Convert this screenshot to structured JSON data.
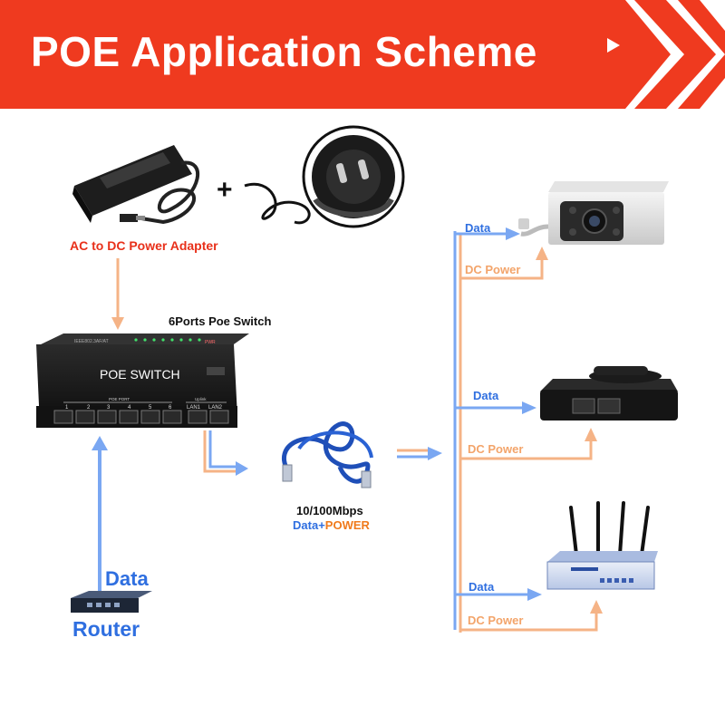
{
  "header": {
    "title": "POE Application Scheme",
    "bg_color": "#ef3a1f"
  },
  "adapter": {
    "label": "AC to DC Power Adapter",
    "plus_symbol": "+"
  },
  "switch": {
    "caption": "6Ports Poe Switch",
    "face_text": "POE SWITCH",
    "model_text": "IEEE802.3AF/AT",
    "port_group_label": "POE PORT",
    "uplink_label": "Uplink",
    "pwr_label": "PWR",
    "port_numbers": [
      "1",
      "2",
      "3",
      "4",
      "5",
      "6"
    ],
    "lan_labels": [
      "LAN1",
      "LAN2"
    ]
  },
  "cable": {
    "speed": "10/100Mbps",
    "data_word": "Data",
    "plus_word": "+",
    "power_word": "POWER"
  },
  "router": {
    "data_label": "Data",
    "label": "Router"
  },
  "devices": [
    {
      "name": "camera",
      "data_label": "Data",
      "power_label": "DC Power"
    },
    {
      "name": "ip-phone",
      "data_label": "Data",
      "power_label": "DC Power"
    },
    {
      "name": "wireless-ap",
      "data_label": "Data",
      "power_label": "DC Power"
    }
  ],
  "colors": {
    "data_line": "#7aa7f2",
    "power_line": "#f5b386",
    "label_blue": "#2f6fe0",
    "label_red": "#e8301a"
  }
}
